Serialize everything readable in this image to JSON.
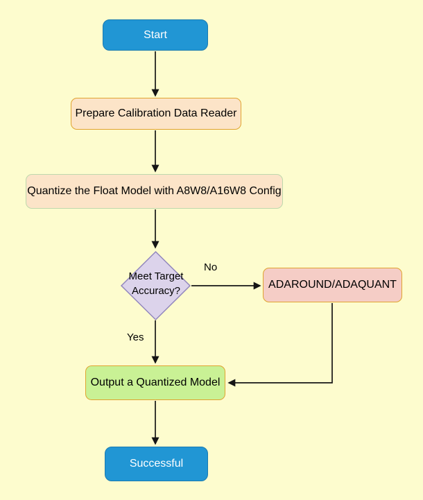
{
  "diagram": {
    "type": "flowchart",
    "background_color": "#fdfcce",
    "edge_color": "#151515",
    "nodes": {
      "start": {
        "label": "Start",
        "shape": "rounded-rect",
        "fill": "#2196d4",
        "border": "#1a7ab0",
        "text_color": "#ffffff"
      },
      "prepare": {
        "label": "Prepare Calibration Data Reader",
        "shape": "rounded-rect",
        "fill": "#fce4c8",
        "border": "#e0a32f",
        "text_color": "#000000"
      },
      "quantize": {
        "label": "Quantize the Float Model with A8W8/A16W8 Config",
        "shape": "rounded-rect",
        "fill": "#fce4c8",
        "border": "#bed8ac",
        "text_color": "#000000"
      },
      "decision": {
        "label": "Meet Target Accuracy?",
        "label_lines": [
          "Meet Target",
          "Accuracy?"
        ],
        "shape": "diamond",
        "fill": "#dcd3eb",
        "border": "#9287bd",
        "text_color": "#000000"
      },
      "adaround": {
        "label": "ADAROUND/ADAQUANT",
        "shape": "rounded-rect",
        "fill": "#f5cdc6",
        "border": "#e0a32f",
        "text_color": "#000000"
      },
      "output": {
        "label": "Output a Quantized Model",
        "shape": "rounded-rect",
        "fill": "#c9f195",
        "border": "#e0a32f",
        "text_color": "#000000"
      },
      "successful": {
        "label": "Successful",
        "shape": "rounded-rect",
        "fill": "#2196d4",
        "border": "#1a7ab0",
        "text_color": "#ffffff"
      }
    },
    "edges": {
      "labels": {
        "no": "No",
        "yes": "Yes"
      },
      "list": [
        {
          "from": "start",
          "to": "prepare",
          "label": ""
        },
        {
          "from": "prepare",
          "to": "quantize",
          "label": ""
        },
        {
          "from": "quantize",
          "to": "decision",
          "label": ""
        },
        {
          "from": "decision",
          "to": "adaround",
          "label": "No"
        },
        {
          "from": "decision",
          "to": "output",
          "label": "Yes"
        },
        {
          "from": "adaround",
          "to": "output",
          "label": ""
        },
        {
          "from": "output",
          "to": "successful",
          "label": ""
        }
      ]
    }
  }
}
